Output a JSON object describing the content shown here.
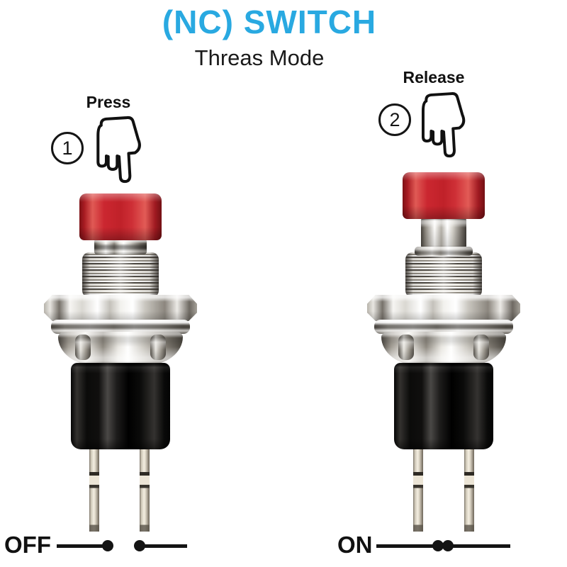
{
  "header": {
    "title": "(NC) SWITCH",
    "subtitle": "Threas Mode"
  },
  "left_step": {
    "number": "1",
    "action": "Press",
    "state": "OFF",
    "switch_state": "pressed"
  },
  "right_step": {
    "number": "2",
    "action": "Release",
    "state": "ON",
    "switch_state": "released"
  },
  "icons": {
    "hand": "pointing-hand-down-icon",
    "step_badge": "circled-number-badge"
  },
  "circuit": {
    "off_symbol": "open-contact",
    "on_symbol": "closed-contact"
  },
  "colors": {
    "title_blue": "#29A9E1",
    "cap_red": "#C9242C",
    "body_black": "#0B0B0B",
    "metal_silver": "#D9D6CF",
    "pin_brass": "#E7E0D1",
    "line_black": "#141414",
    "background": "#FFFFFF"
  }
}
